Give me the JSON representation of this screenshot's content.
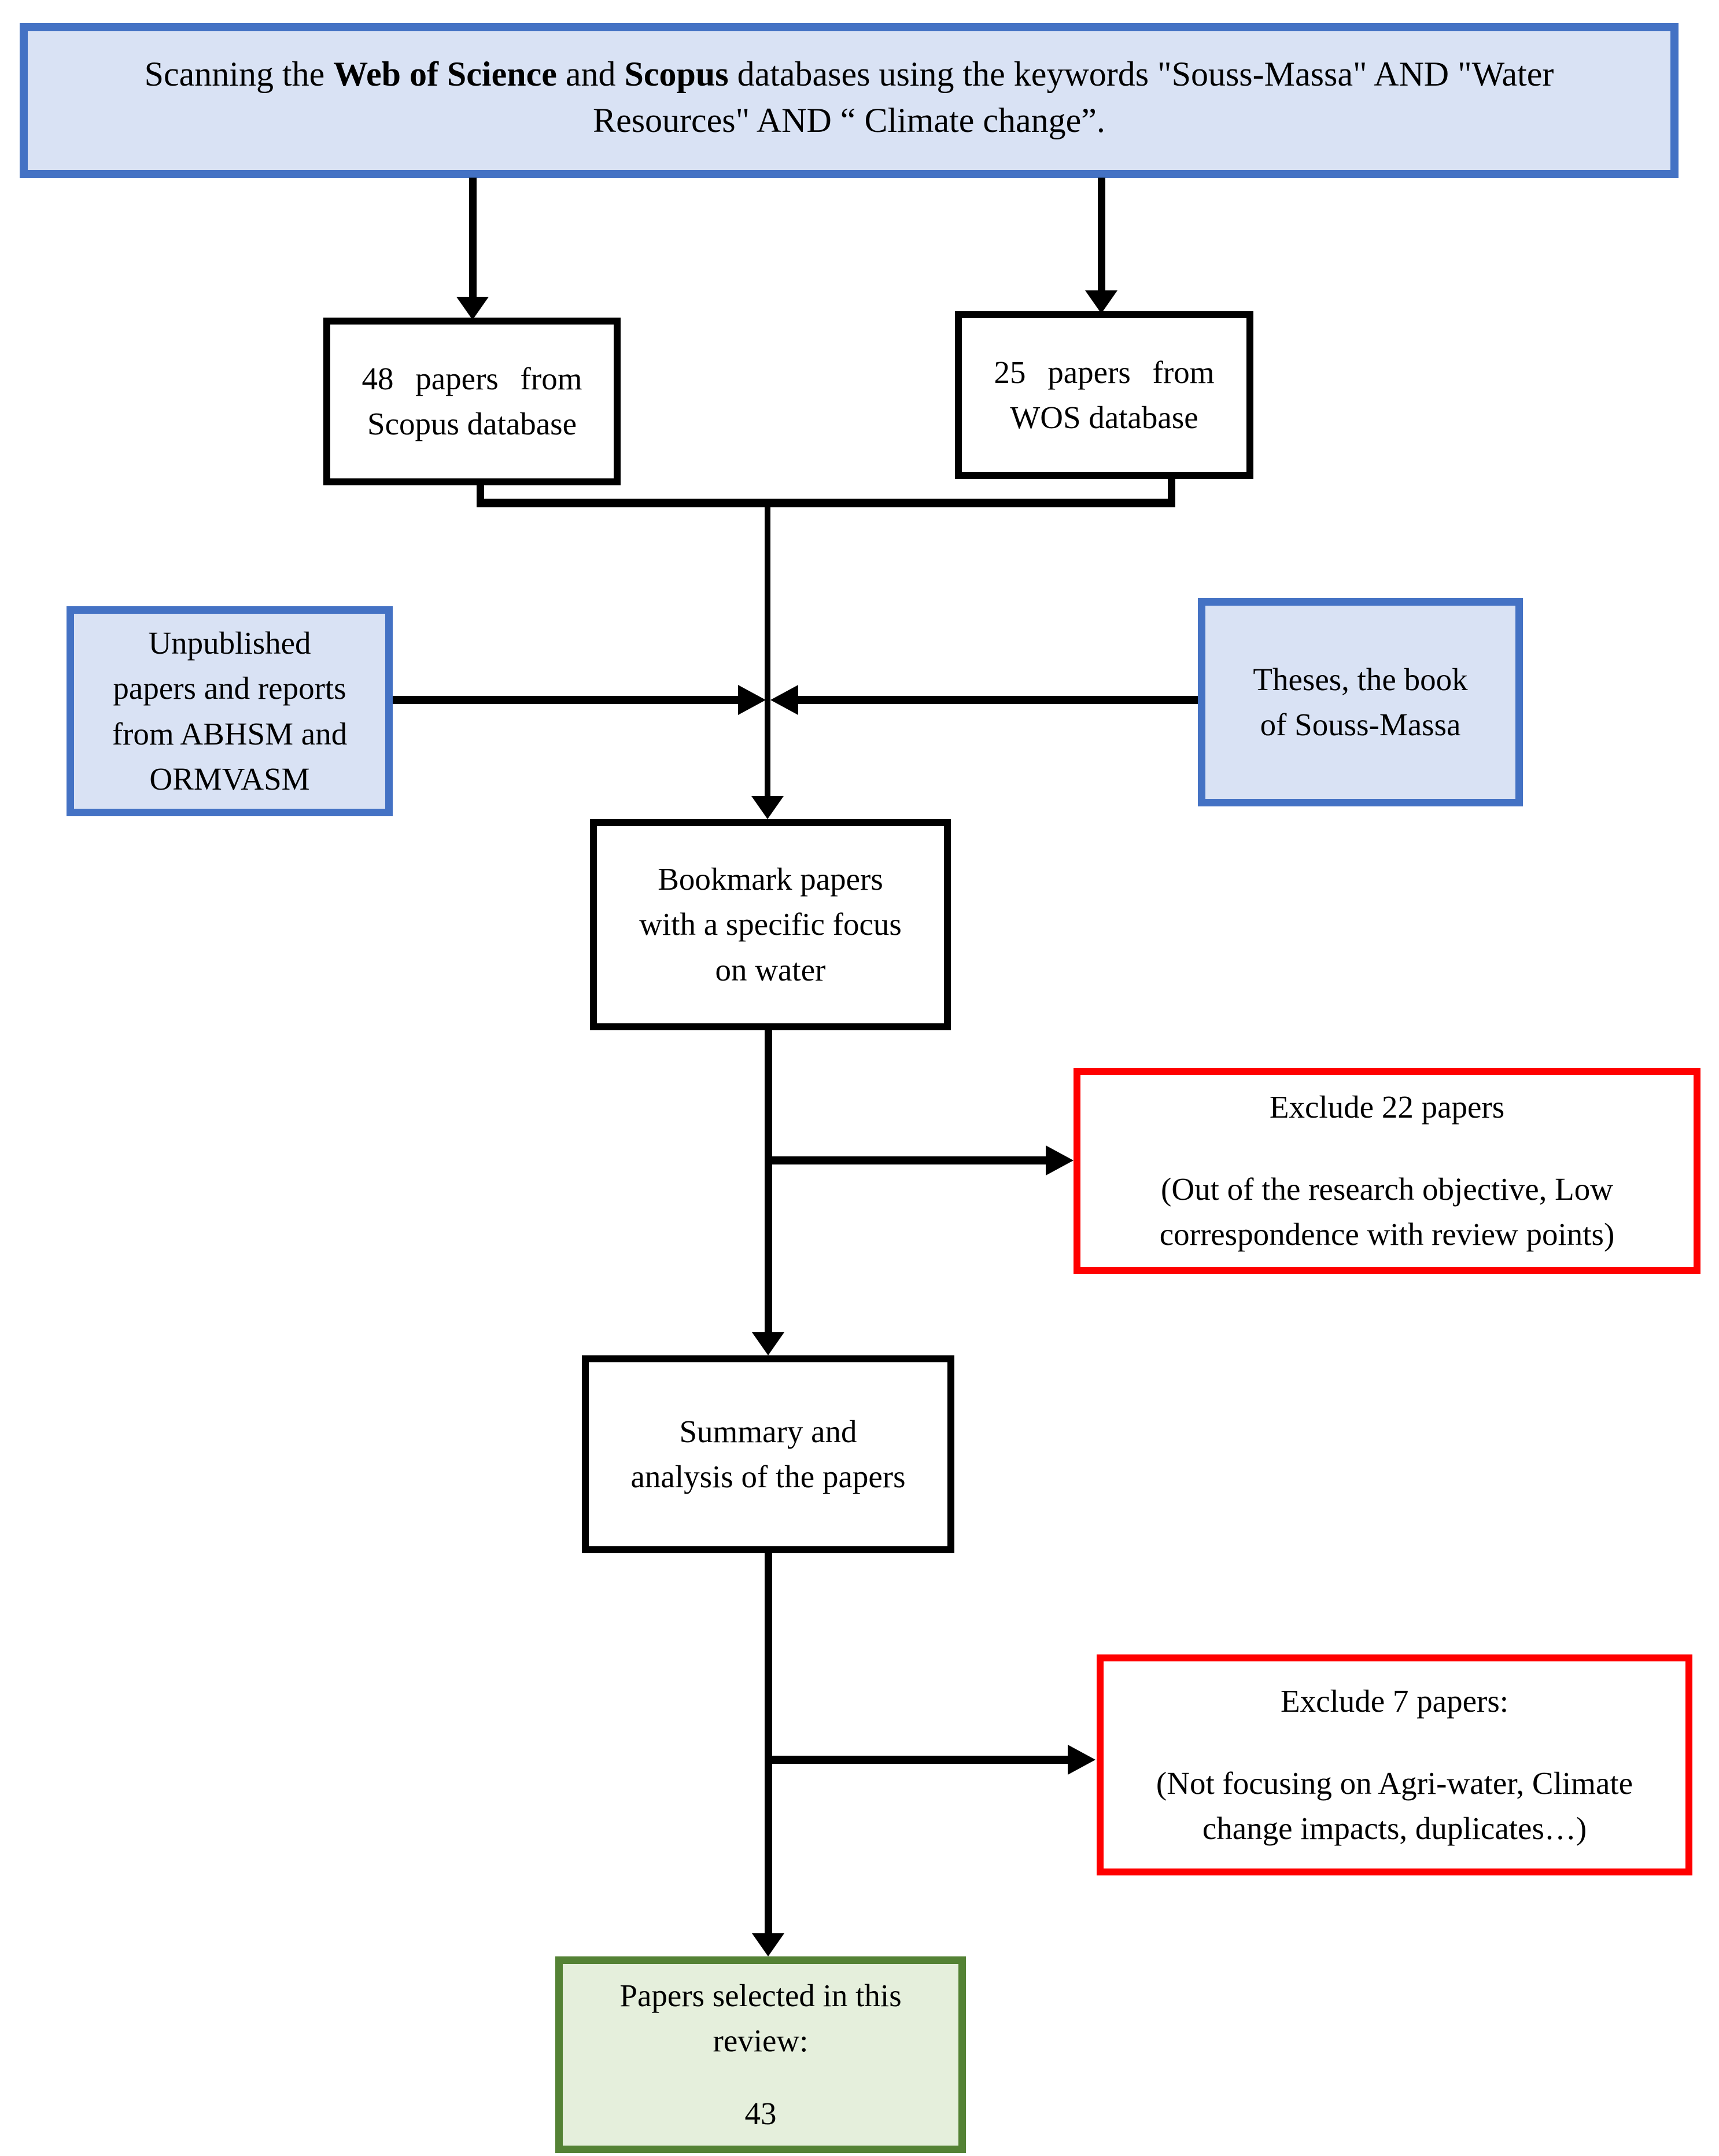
{
  "colors": {
    "accent_blue": "#4472C4",
    "light_blue": "#D9E2F4",
    "red": "#FF0000",
    "green": "#548235",
    "light_green": "#E5EFDC",
    "line_black": "#000000"
  },
  "flowchart": {
    "search_box": {
      "l1a": "Scanning the ",
      "l1b": "Web of Science",
      "l1c": " and ",
      "l1d": "Scopus",
      "l1e": " databases using the keywords \"Souss-Massa\" AND \"Water",
      "l2": "Resources\" AND  “ Climate change”."
    },
    "scopus_box": {
      "l1": "48 papers from",
      "l2": "Scopus database"
    },
    "wos_box": {
      "l1": "25 papers from",
      "l2": "WOS database"
    },
    "unpublished_box": {
      "l1": "Unpublished",
      "l2": "papers and reports",
      "l3": "from ABHSM and",
      "l4": "ORMVASM"
    },
    "theses_box": {
      "l1": "Theses, the book",
      "l2": "of Souss-Massa"
    },
    "bookmark_box": {
      "l1": "Bookmark papers",
      "l2": "with a specific focus",
      "l3": "on water"
    },
    "exclude22_box": {
      "heading": "Exclude 22 papers",
      "body": "(Out of the research objective, Low correspondence with review points)"
    },
    "summary_box": {
      "l1": "Summary and",
      "l2": "analysis of the papers"
    },
    "exclude7_box": {
      "heading": "Exclude 7 papers:",
      "body": "(Not focusing on Agri-water, Climate change impacts, duplicates…)"
    },
    "selected_box": {
      "l1": "Papers selected in this",
      "l2": "review:",
      "count": "43"
    }
  }
}
